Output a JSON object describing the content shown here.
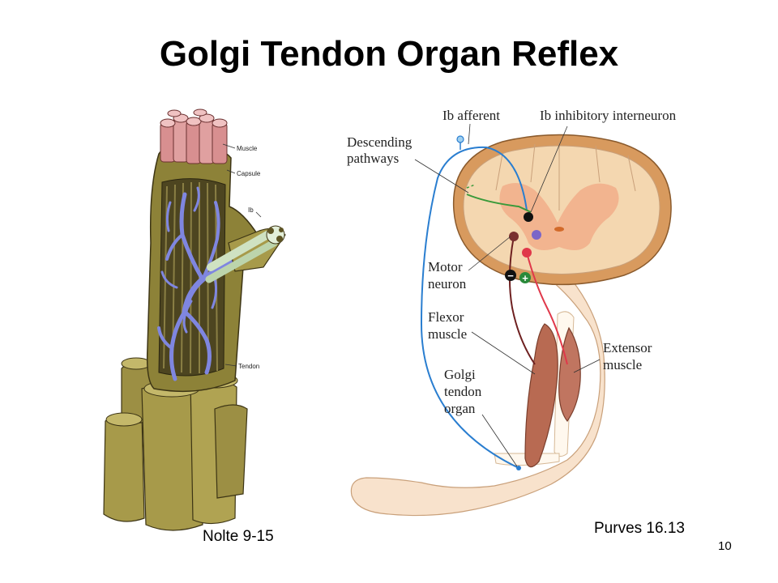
{
  "slide": {
    "title": "Golgi Tendon Organ Reflex",
    "page_number": "10"
  },
  "left_figure": {
    "caption": "Nolte 9-15",
    "labels": {
      "muscle": "Muscle",
      "capsule": "Capsule",
      "ib": "Ib",
      "tendon": "Tendon"
    }
  },
  "right_figure": {
    "caption": "Purves 16.13",
    "labels": {
      "ib_afferent": "Ib afferent",
      "ib_interneuron": "Ib inhibitory interneuron",
      "descending_1": "Descending",
      "descending_2": "pathways",
      "motor_1": "Motor",
      "motor_2": "neuron",
      "flexor_1": "Flexor",
      "flexor_2": "muscle",
      "golgi_1": "Golgi",
      "golgi_2": "tendon",
      "golgi_3": "organ",
      "extensor_1": "Extensor",
      "extensor_2": "muscle",
      "minus": "−",
      "plus": "+"
    }
  },
  "colors": {
    "tissue": "#a79a4a",
    "tissue_dark": "#5e5424",
    "nerve_blue": "#7f86e0",
    "fiber_pink": "#e8a8a8",
    "axon_green": "#cfe2c2",
    "spinal_outer": "#d89a5e",
    "spinal_inner": "#f4d7b0",
    "grey_matter": "#f2a884",
    "skin": "#f8e2cc",
    "afferent_blue": "#2a7ed0",
    "motor_dark": "#6e2020",
    "extensor_red": "#e0384a",
    "muscle_brown": "#b86a52"
  }
}
